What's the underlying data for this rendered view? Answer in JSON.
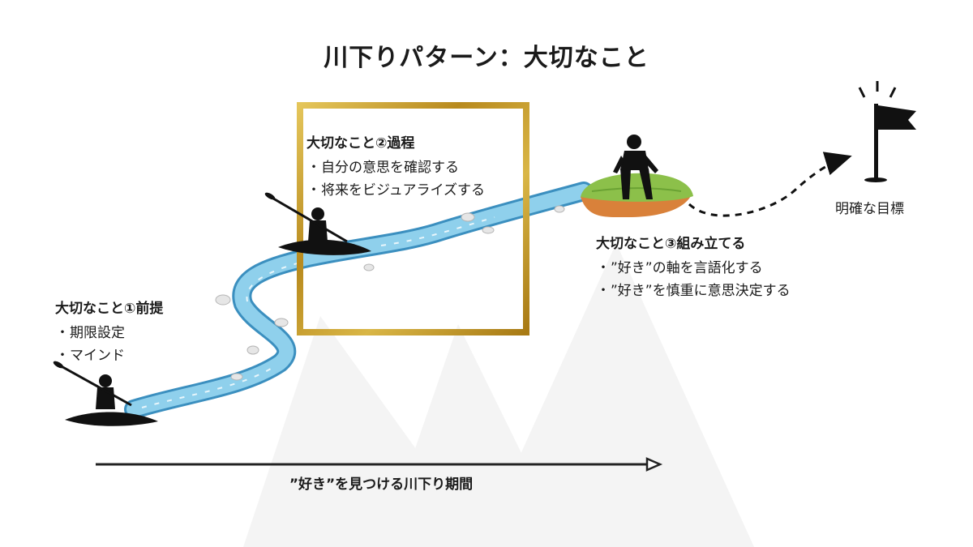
{
  "title": "川下りパターン：大切なこと",
  "stage1": {
    "heading": "大切なこと①前提",
    "items": [
      "期限設定",
      "マインド"
    ]
  },
  "stage2": {
    "heading": "大切なこと②過程",
    "items": [
      "自分の意思を確認する",
      "将来をビジュアライズする"
    ]
  },
  "stage3": {
    "heading": "大切なこと③組み立てる",
    "items": [
      "”好き”の軸を言語化する",
      "”好き”を慎重に意思決定する"
    ]
  },
  "bullet_mark": "・",
  "goal": {
    "label": "明確な目標",
    "icon": "flag-icon"
  },
  "timeline": {
    "label": "”好き”を見つける川下り期間"
  },
  "colors": {
    "text": "#1a1a1a",
    "river": "#7cc3e3",
    "river_edge": "#3b8fbf",
    "gold_frame": "#c9a227",
    "island_grass": "#8cc04a",
    "island_soil": "#d9813a",
    "silhouette": "#111111",
    "mountain": "#f3f3f3"
  }
}
